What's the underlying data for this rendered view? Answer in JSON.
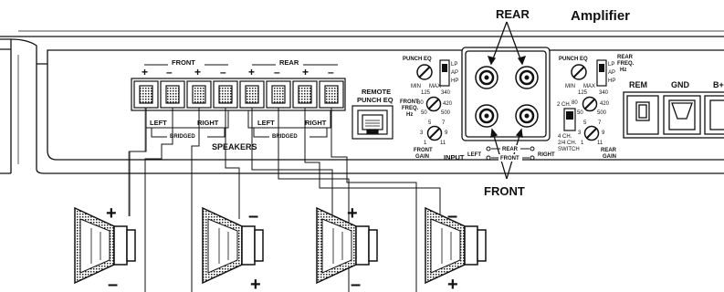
{
  "header": {
    "amplifier_label": "Amplifier",
    "rear_label": "REAR",
    "front_label": "FRONT"
  },
  "speaker_terminals": {
    "front_heading": "FRONT",
    "rear_heading": "REAR",
    "polarity": [
      "+",
      "–",
      "+",
      "–",
      "+",
      "–",
      "+",
      "–"
    ],
    "front_left": "LEFT",
    "front_right": "RIGHT",
    "rear_left": "LEFT",
    "rear_right": "RIGHT",
    "bridged": "BRIDGED",
    "speakers_label": "SPEAKERS"
  },
  "remote_eq": {
    "line1": "REMOTE",
    "line2": "PUNCH EQ"
  },
  "front_controls": {
    "punch_eq": "PUNCH EQ",
    "min": "MIN",
    "max": "MAX",
    "filter_options": [
      "LP",
      "AP",
      "HP"
    ],
    "freq_label": [
      "FRONT",
      "FREQ.",
      "Hz"
    ],
    "freq_ticks": [
      "125",
      "340",
      "80",
      "420",
      "50",
      "500"
    ],
    "gain_ticks": [
      "5",
      "7",
      "3",
      "9",
      "1",
      "11"
    ],
    "gain_label": [
      "FRONT",
      "GAIN"
    ]
  },
  "input": {
    "label": "INPUT",
    "left": "LEFT",
    "right": "RIGHT",
    "rear": "REAR",
    "front": "FRONT"
  },
  "rear_controls": {
    "punch_eq": "PUNCH EQ",
    "min": "MIN",
    "max": "MAX",
    "filter_options": [
      "LP",
      "AP",
      "HP"
    ],
    "freq_label": [
      "REAR",
      "FREQ.",
      "Hz"
    ],
    "freq_ticks": [
      "125",
      "340",
      "80",
      "420",
      "50",
      "500"
    ],
    "gain_ticks": [
      "5",
      "7",
      "3",
      "9",
      "1",
      "11"
    ],
    "gain_label": [
      "REAR",
      "GAIN"
    ],
    "channel_switch": [
      "2 CH.",
      "4 CH.",
      "2/4 CH.",
      "SWITCH"
    ]
  },
  "power": {
    "rem": "REM",
    "gnd": "GND",
    "bplus": "B+"
  },
  "speakers": [
    {
      "top": "+",
      "bottom": "–"
    },
    {
      "top": "–",
      "bottom": "+"
    },
    {
      "top": "+",
      "bottom": "–"
    },
    {
      "top": "–",
      "bottom": "+"
    }
  ]
}
